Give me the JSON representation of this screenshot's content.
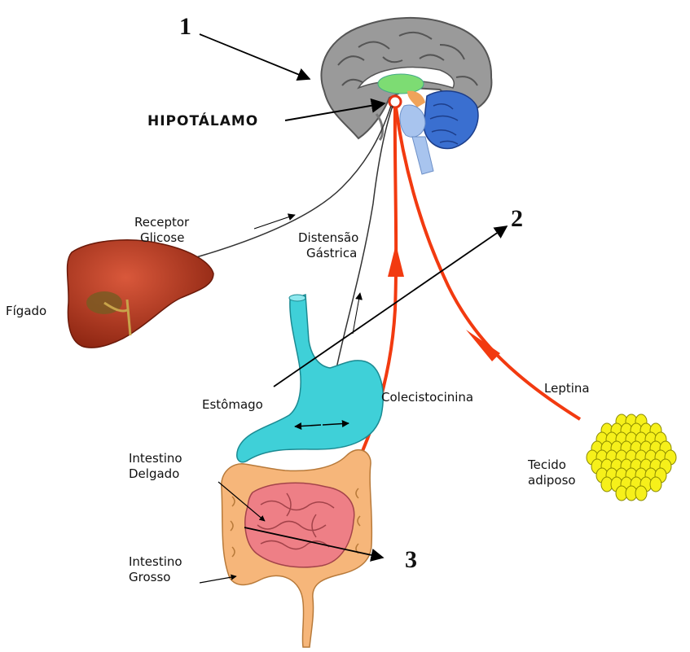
{
  "labels": {
    "n1": "1",
    "n2": "2",
    "n3": "3",
    "hipotalamo": "HIPOTÁLAMO",
    "receptor_1": "Receptor",
    "receptor_2": "Glicose",
    "distensao_1": "Distensão",
    "distensao_2": "Gástrica",
    "figado": "Fígado",
    "estomago": "Estômago",
    "colecistocinina": "Colecistocinina",
    "leptina": "Leptina",
    "tecido_1": "Tecido",
    "tecido_2": "adiposo",
    "delgado_1": "Intestino",
    "delgado_2": "Delgado",
    "grosso_1": "Intestino",
    "grosso_2": "Grosso"
  },
  "colors": {
    "brain": "#9a9a9a",
    "cerebellum": "#3a6fd0",
    "brainstem": "#a8c4ee",
    "hypothalamus_ring": "#e53312",
    "liver": "#b3391f",
    "stomach": "#3fd0d8",
    "small_intestine": "#ee7f86",
    "large_intestine": "#f6b67a",
    "adipose": "#f6f01a",
    "hormone_arrow": "#f23a10",
    "nerve_line": "#333333"
  }
}
